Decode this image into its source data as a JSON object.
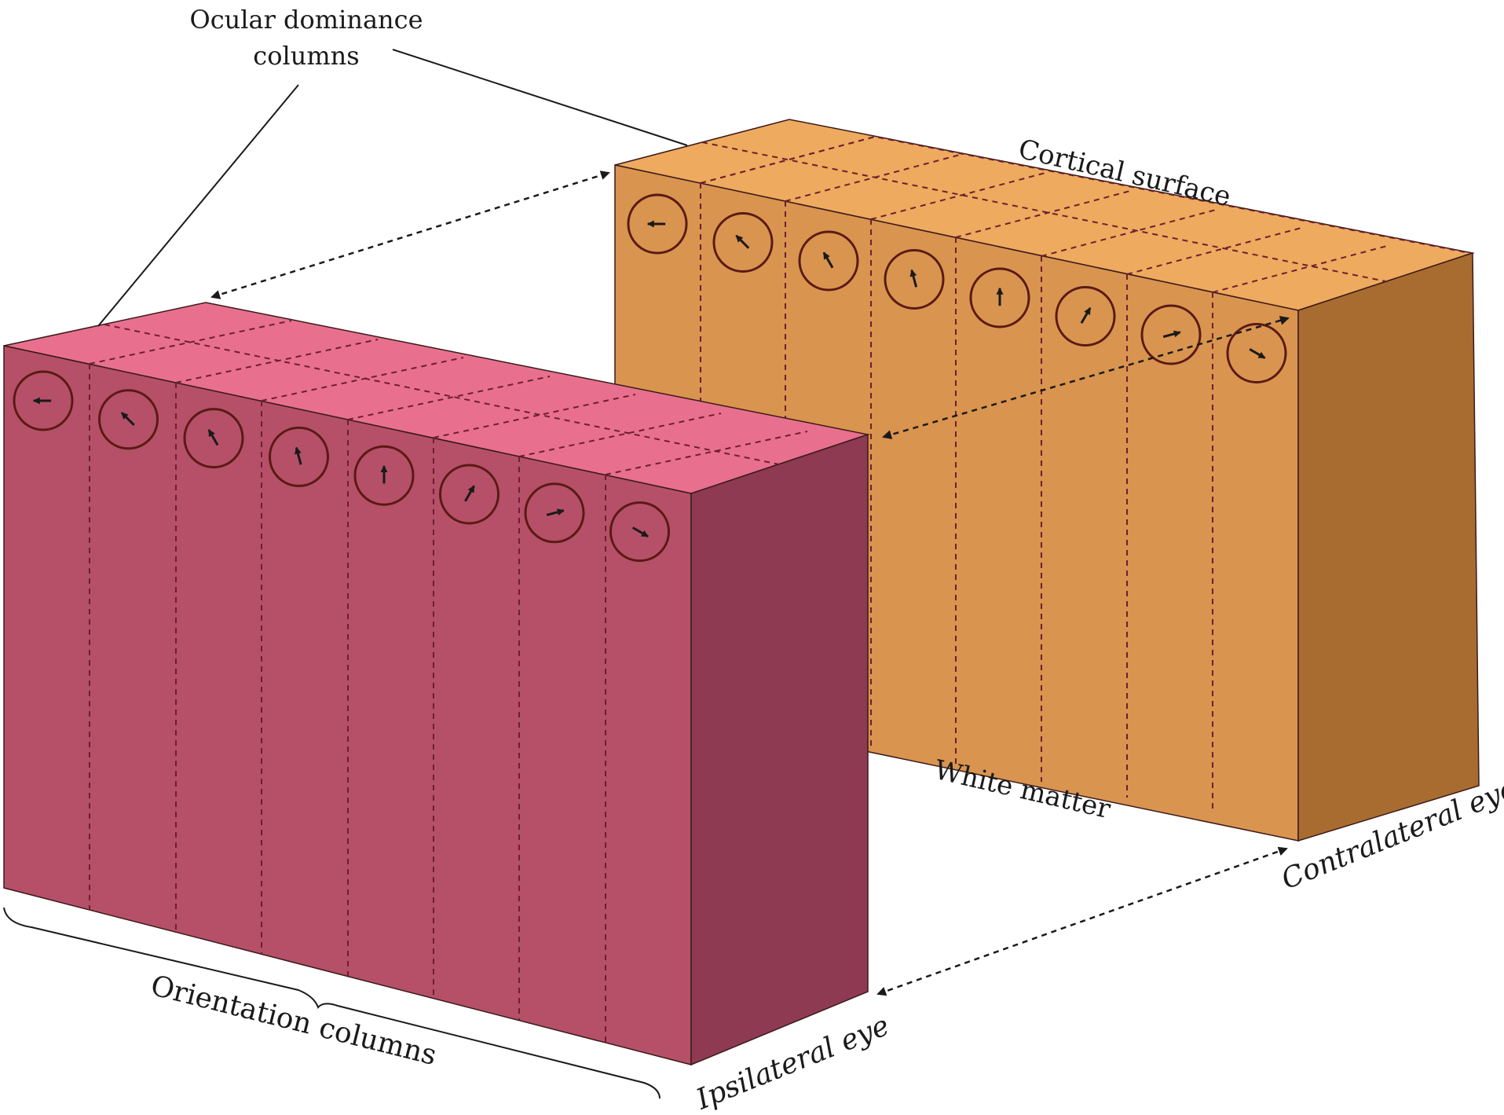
{
  "labels": {
    "ocular_dominance_line1": "Ocular dominance",
    "ocular_dominance_line2": "columns",
    "cortical_surface": "Cortical surface",
    "white_matter": "White matter",
    "orientation_columns": "Orientation columns",
    "ipsilateral_eye": "Ipsilateral eye",
    "contralateral_eye": "Contralateral eye"
  },
  "colors": {
    "ipsilateral_front": "#b55068",
    "ipsilateral_top": "#e8708e",
    "ipsilateral_side": "#8e3a52",
    "contralateral_front": "#d9944f",
    "contralateral_top": "#eeaa5e",
    "contralateral_side": "#a86c30",
    "column_divider": "#6e1f2e",
    "circle": "#5a1a14"
  },
  "orientation_angles_deg": [
    180,
    135,
    120,
    105,
    90,
    60,
    15,
    -30
  ]
}
